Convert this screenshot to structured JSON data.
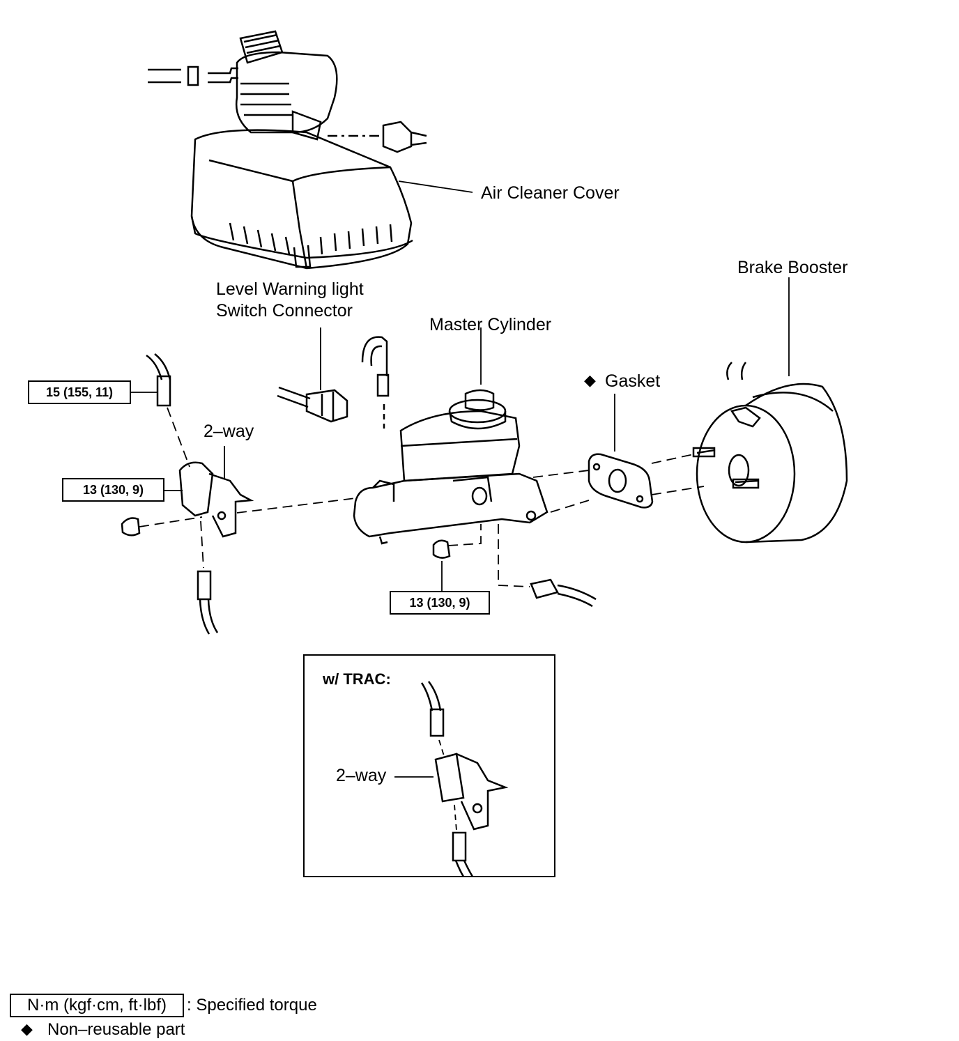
{
  "labels": {
    "air_cleaner_cover": "Air Cleaner Cover",
    "brake_booster": "Brake Booster",
    "level_warning_line1": "Level Warning light",
    "level_warning_line2": "Switch Connector",
    "master_cylinder": "Master Cylinder",
    "gasket": "Gasket",
    "two_way": "2–way",
    "trac_title": "w/ TRAC:",
    "trac_two_way": "2–way"
  },
  "torque": {
    "union_bolt": "15 (155, 11)",
    "two_way_nut": "13 (130, 9)",
    "master_nut": "13 (130, 9)"
  },
  "legend": {
    "torque_unit": "N·m (kgf·cm, ft·lbf)",
    "torque_text": ": Specified torque",
    "nonreusable_symbol": "◆",
    "nonreusable_text": "Non–reusable part"
  },
  "symbols": {
    "gasket_marker": "◆"
  }
}
